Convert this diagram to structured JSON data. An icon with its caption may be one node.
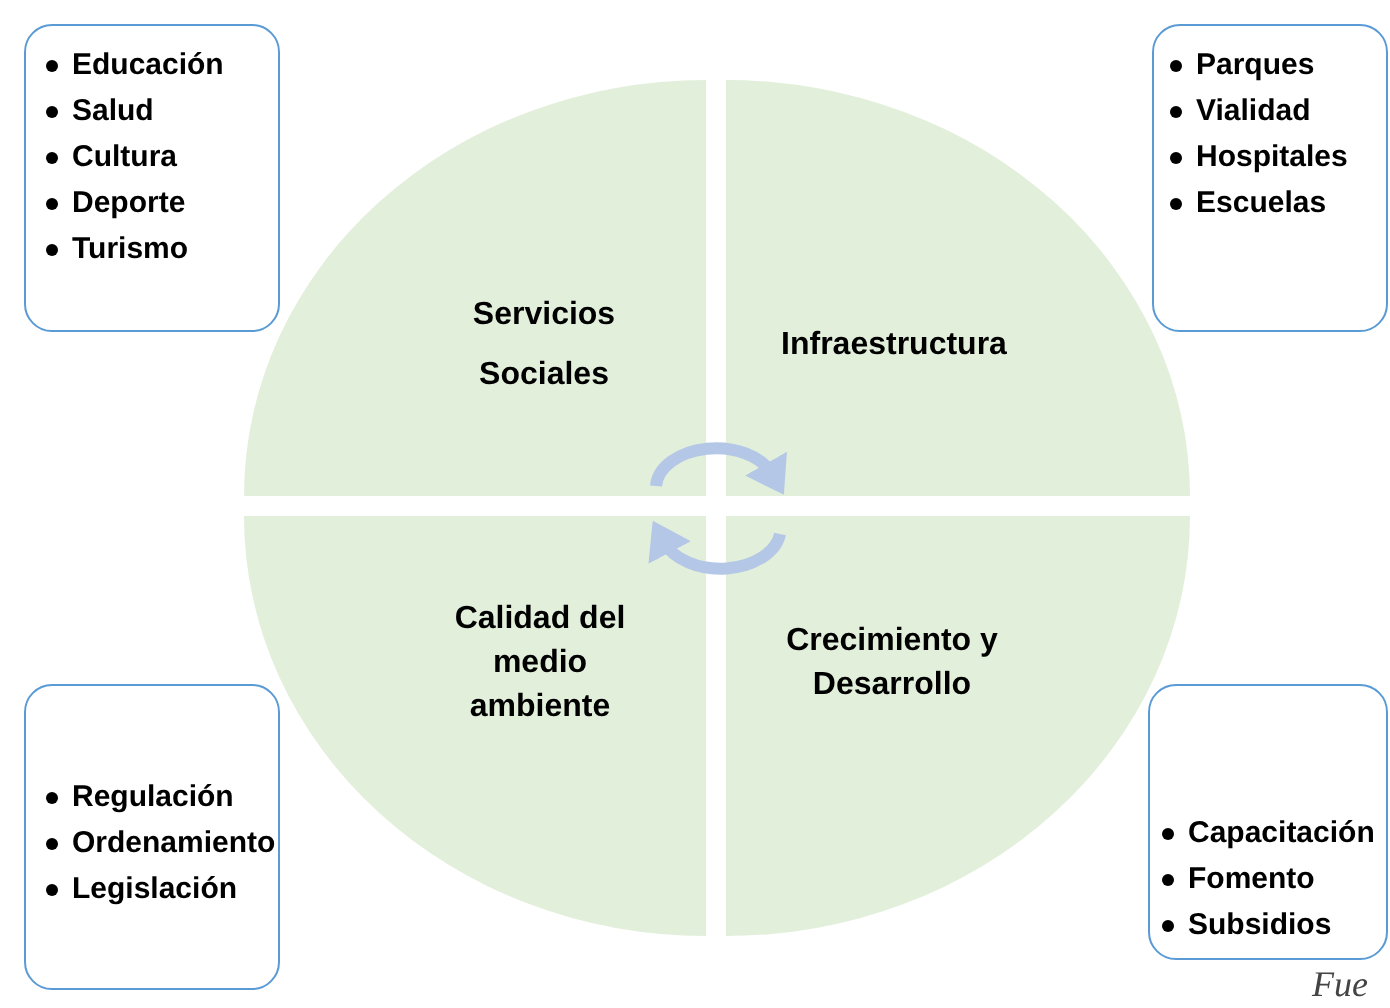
{
  "diagram": {
    "nodes": [
      {
        "text": [
          "Educación",
          "Salud",
          "Cultura",
          "Deporte",
          "Turismo"
        ]
      },
      {
        "text": [
          "Parques",
          "Vialidad",
          "Hospitales",
          "Escuelas"
        ]
      },
      {
        "text": [
          "Servicios Sociales"
        ]
      },
      {
        "text": [
          "Infraestructura"
        ]
      },
      {
        "text": [],
        "shape": "cycle"
      },
      {
        "text": [
          "Calidad del medio ambiente"
        ]
      },
      {
        "text": [
          "Crecimiento y Desarrollo"
        ]
      },
      {
        "text": [
          "Regulación",
          "Ordenamiento",
          "Legislación"
        ]
      },
      {
        "text": [
          "Capacitación",
          "Fomento",
          "Subsidios"
        ]
      }
    ],
    "edges": [],
    "labels": [
      "Fue"
    ]
  }
}
